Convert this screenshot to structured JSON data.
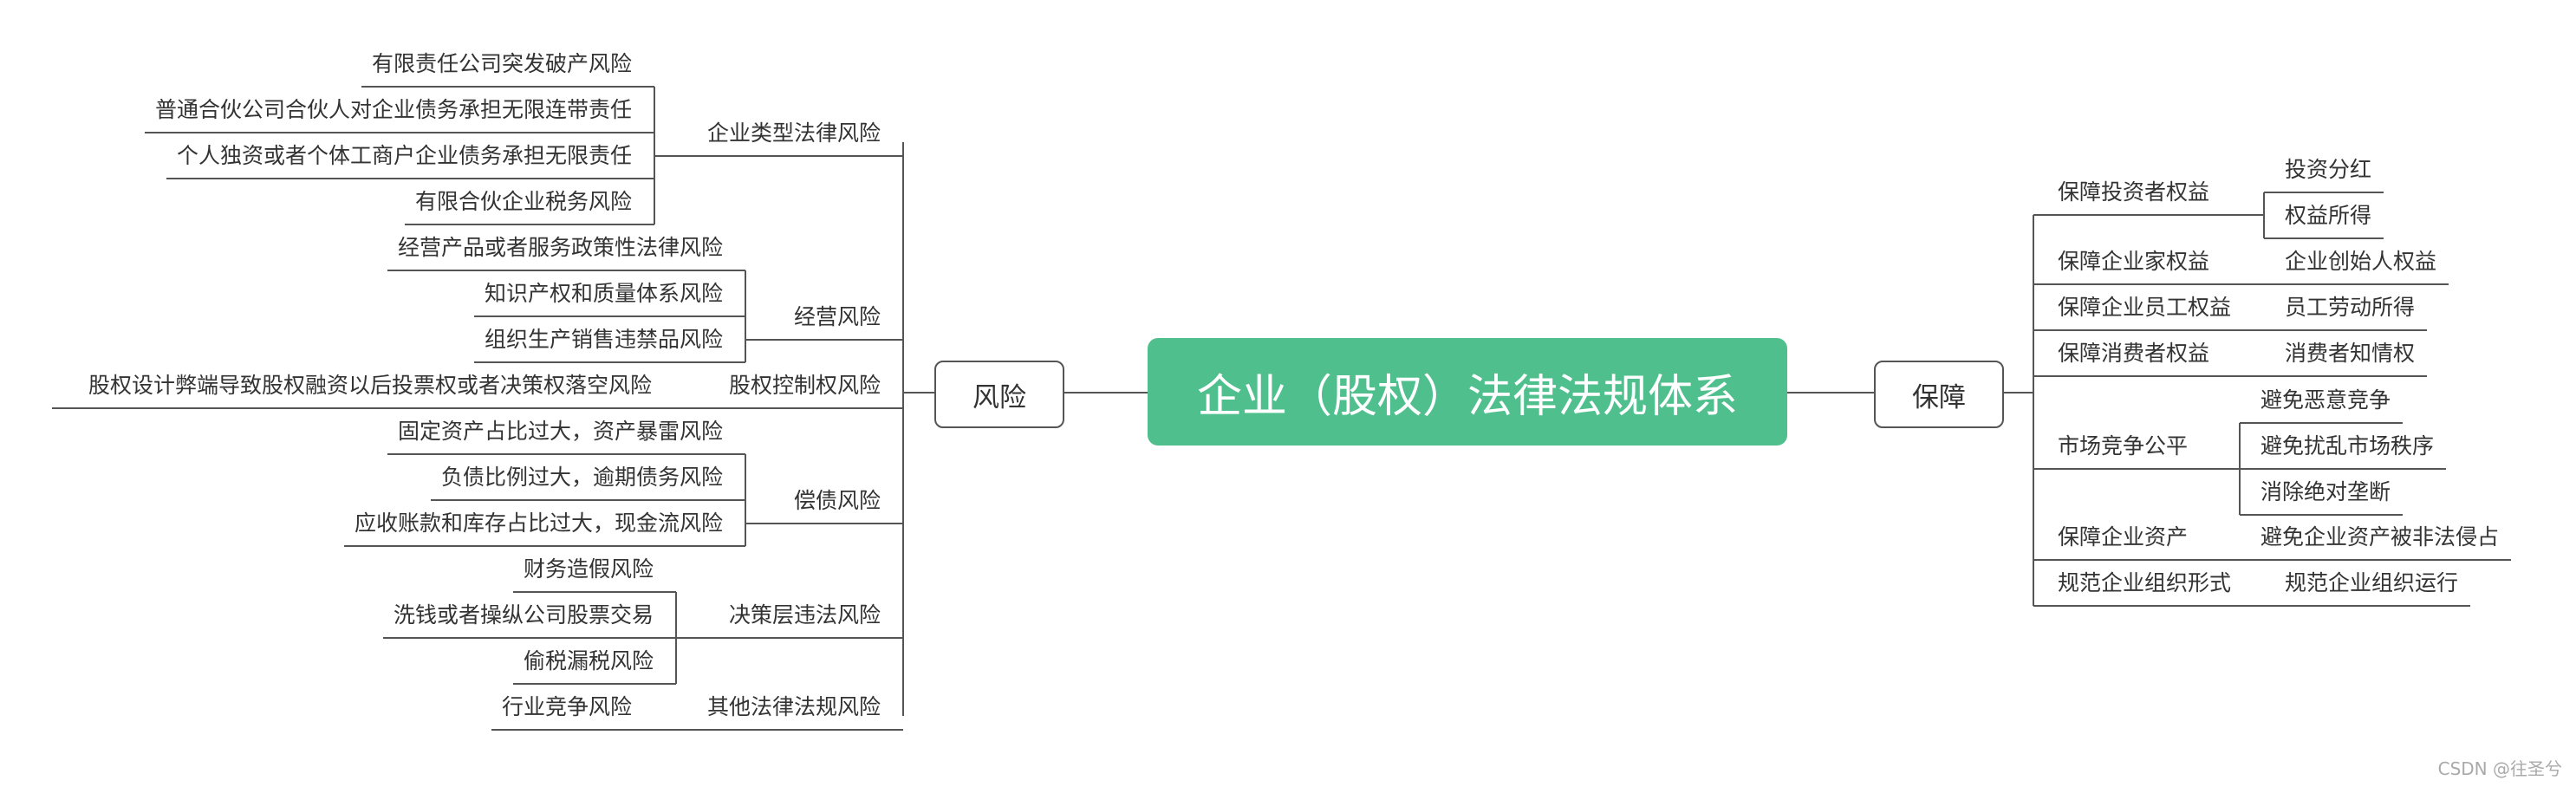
{
  "root": {
    "title": "企业（股权）法律法规体系"
  },
  "left": {
    "label": "风险",
    "branches": [
      {
        "label": "企业类型法律风险",
        "children": [
          "有限责任公司突发破产风险",
          "普通合伙公司合伙人对企业债务承担无限连带责任",
          "个人独资或者个体工商户企业债务承担无限责任",
          "有限合伙企业税务风险"
        ]
      },
      {
        "label": "经营风险",
        "children": [
          "经营产品或者服务政策性法律风险",
          "知识产权和质量体系风险",
          "组织生产销售违禁品风险"
        ]
      },
      {
        "label": "股权控制权风险",
        "children": [
          "股权设计弊端导致股权融资以后投票权或者决策权落空风险"
        ]
      },
      {
        "label": "偿债风险",
        "children": [
          "固定资产占比过大，资产暴雷风险",
          "负债比例过大，逾期债务风险",
          "应收账款和库存占比过大，现金流风险"
        ]
      },
      {
        "label": "决策层违法风险",
        "children": [
          "财务造假风险",
          "洗钱或者操纵公司股票交易",
          "偷税漏税风险"
        ]
      },
      {
        "label": "其他法律法规风险",
        "children": [
          "行业竞争风险"
        ]
      }
    ]
  },
  "right": {
    "label": "保障",
    "branches": [
      {
        "label": "保障投资者权益",
        "children": [
          "投资分红",
          "权益所得"
        ]
      },
      {
        "label": "保障企业家权益",
        "children": [
          "企业创始人权益"
        ]
      },
      {
        "label": "保障企业员工权益",
        "children": [
          "员工劳动所得"
        ]
      },
      {
        "label": "保障消费者权益",
        "children": [
          "消费者知情权"
        ]
      },
      {
        "label": "市场竞争公平",
        "children": [
          "避免恶意竞争",
          "避免扰乱市场秩序",
          "消除绝对垄断"
        ]
      },
      {
        "label": "保障企业资产",
        "children": [
          "避免企业资产被非法侵占"
        ]
      },
      {
        "label": "规范企业组织形式",
        "children": [
          "规范企业组织运行"
        ]
      }
    ]
  },
  "watermark": "CSDN @往圣兮",
  "colors": {
    "root_fill": "#4fc08d",
    "root_text": "#ffffff",
    "line": "#555555",
    "text": "#333333"
  }
}
